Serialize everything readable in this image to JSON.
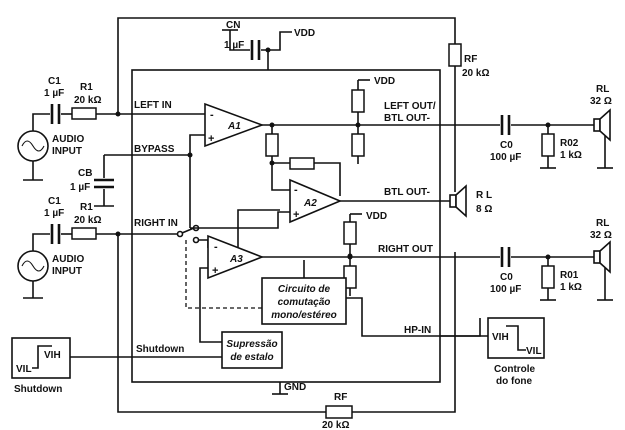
{
  "supply": {
    "vdd": "VDD",
    "gnd": "GND"
  },
  "cn": {
    "name": "CN",
    "value": "1 µF"
  },
  "rf_top": {
    "name": "RF",
    "value": "20 kΩ"
  },
  "rf_bottom": {
    "name": "RF",
    "value": "20 kΩ"
  },
  "left_input": {
    "c1_name": "C1",
    "c1_value": "1 µF",
    "r1_name": "R1",
    "r1_value": "20 kΩ",
    "source": [
      "AUDIO",
      "INPUT"
    ]
  },
  "right_input": {
    "c1_name": "C1",
    "c1_value": "1 µF",
    "r1_name": "R1",
    "r1_value": "20 kΩ",
    "source": [
      "AUDIO",
      "INPUT"
    ]
  },
  "cb": {
    "name": "CB",
    "value": "1 µF"
  },
  "pins": {
    "left_in": "LEFT IN",
    "bypass": "BYPASS",
    "right_in": "RIGHT IN",
    "left_out": [
      "LEFT OUT/",
      "BTL OUT-"
    ],
    "btl_out": "BTL OUT-",
    "right_out": "RIGHT OUT",
    "hp_in": "HP-IN",
    "shutdown": "Shutdown"
  },
  "amps": {
    "a1": "A1",
    "a2": "A2",
    "a3": "A3"
  },
  "blocks": {
    "switch_circuit": [
      "Circuito de",
      "comutação",
      "mono/estéreo"
    ],
    "pop_suppression": [
      "Supressão",
      "de estalo"
    ],
    "shutdown_box": "Shutdown",
    "headphone_control": [
      "Controle",
      "do fone"
    ],
    "vih": "VIH",
    "vil": "VIL"
  },
  "left_output": {
    "c0_name": "C0",
    "c0_value": "100 µF",
    "r_name": "R02",
    "r_value": "1 kΩ",
    "rl_name": "RL",
    "rl_value": "32 Ω"
  },
  "right_output": {
    "c0_name": "C0",
    "c0_value": "100 µF",
    "r_name": "R01",
    "r_value": "1 kΩ",
    "rl_name": "RL",
    "rl_value": "32 Ω"
  },
  "btl_load": {
    "rl_name": "R L",
    "rl_value": "8 Ω"
  },
  "vdd_labels": [
    "VDD",
    "VDD",
    "VDD"
  ]
}
